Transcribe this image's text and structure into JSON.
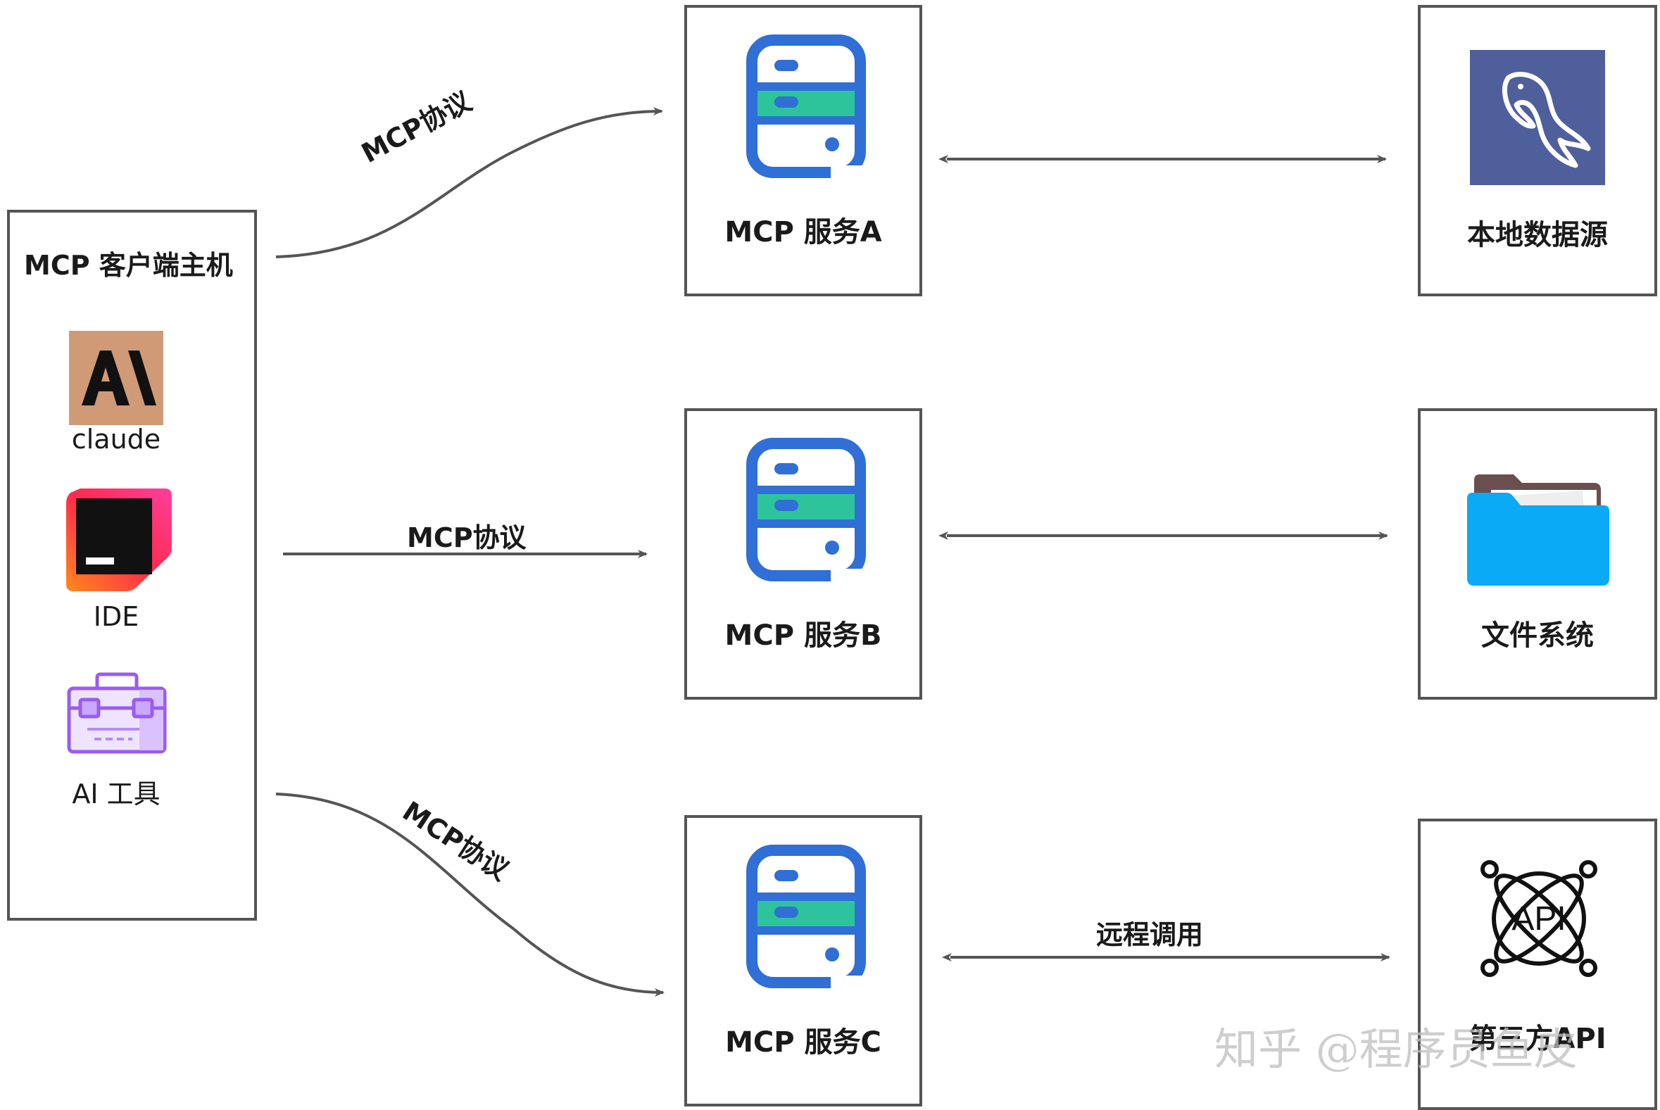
{
  "client": {
    "title": "MCP 客户端主机",
    "apps": [
      {
        "name": "claude",
        "icon": "anthropic-logo-icon"
      },
      {
        "name": "IDE",
        "icon": "jetbrains-ide-icon"
      },
      {
        "name": "AI 工具",
        "icon": "toolbox-icon"
      }
    ]
  },
  "protocol_label": "MCP协议",
  "servers": [
    {
      "name": "MCP 服务A",
      "icon": "server-icon"
    },
    {
      "name": "MCP 服务B",
      "icon": "server-icon"
    },
    {
      "name": "MCP 服务C",
      "icon": "server-icon"
    }
  ],
  "resources": [
    {
      "name": "本地数据源",
      "icon": "mysql-dolphin-icon"
    },
    {
      "name": "文件系统",
      "icon": "folder-icon"
    },
    {
      "name": "第三方API",
      "icon": "api-icon"
    }
  ],
  "links": {
    "remote_call": "远程调用"
  },
  "watermark": "知乎 @程序员鱼皮",
  "colors": {
    "server_blue": "#2f6fd6",
    "server_green": "#2ec49b",
    "mysql_bg": "#4f5f9c",
    "folder_blue": "#0aaaf6",
    "claude_bg": "#d09a77",
    "toolbox_purple": "#9a5cf0",
    "arrow": "#555555"
  }
}
